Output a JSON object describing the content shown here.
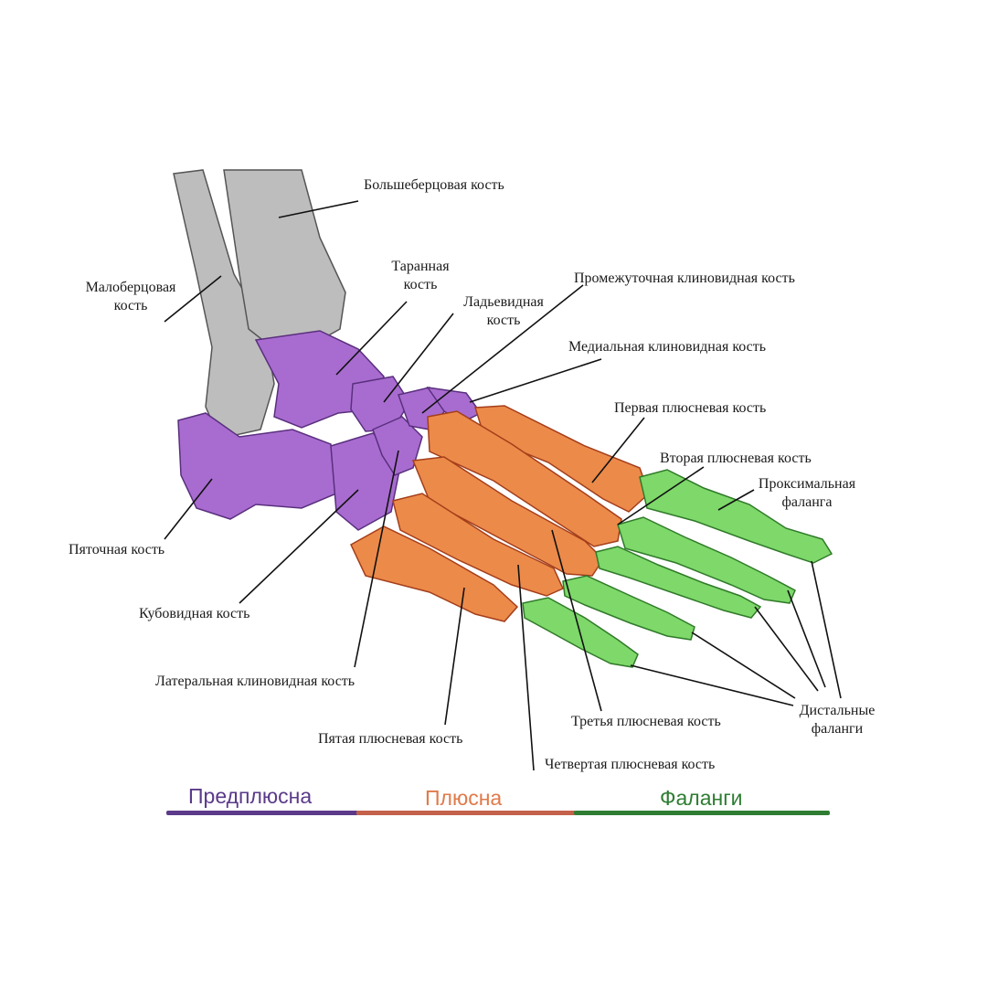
{
  "colors": {
    "tarsus": "#a86cd0",
    "tarsus_dark": "#7a45a8",
    "metatarsus": "#ec8a4a",
    "metatarsus_dark": "#c4552a",
    "phalanges": "#7ed86a",
    "phalanges_dark": "#3e9a36",
    "leg_bone": "#bdbdbd",
    "legend_tarsus": "#5b3a8a",
    "legend_metatarsus": "#e07a4a",
    "legend_phalanges": "#2e7d32",
    "bar_tarsus": "#5b3a8a",
    "bar_metatarsus": "#c4614a",
    "bar_phalanges": "#2e7d32"
  },
  "labels": {
    "tibia": "Большеберцовая кость",
    "fibula_1": "Малоберцовая",
    "fibula_2": "кость",
    "talus_1": "Таранная",
    "talus_2": "кость",
    "navicular_1": "Ладьевидная",
    "navicular_2": "кость",
    "intermediate_cuneiform": "Промежуточная клиновидная кость",
    "medial_cuneiform": "Медиальная клиновидная кость",
    "first_metatarsal": "Первая плюсневая кость",
    "second_metatarsal": "Вторая плюсневая кость",
    "proximal_phalanx_1": "Проксимальная",
    "proximal_phalanx_2": "фаланга",
    "calcaneus": "Пяточная кость",
    "cuboid": "Кубовидная кость",
    "lateral_cuneiform": "Латеральная клиновидная кость",
    "fifth_metatarsal": "Пятая плюсневая кость",
    "third_metatarsal": "Третья плюсневая кость",
    "fourth_metatarsal": "Четвертая плюсневая кость",
    "distal_phalanges_1": "Дистальные",
    "distal_phalanges_2": "фаланги"
  },
  "legend": {
    "tarsus": "Предплюсна",
    "metatarsus": "Плюсна",
    "phalanges": "Фаланги"
  }
}
